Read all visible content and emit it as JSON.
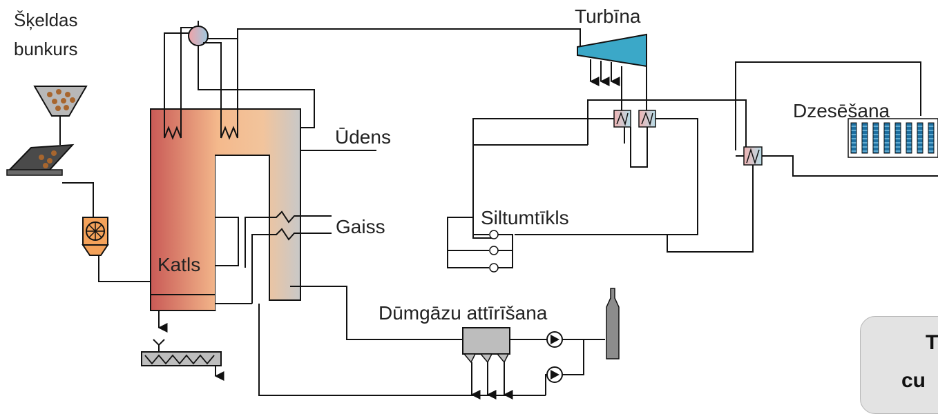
{
  "labels": {
    "bunker_line1": "Šķeldas",
    "bunker_line2": "bunkurs",
    "turbine": "Turbīna",
    "cooling": "Dzesēšana",
    "water": "Ūdens",
    "air": "Gaiss",
    "district_heating": "Siltumtīkls",
    "boiler": "Katls",
    "flue_gas_cleaning": "Dūmgāzu attīrīšana"
  },
  "callout": {
    "line1": "T",
    "line2": "cu"
  },
  "colors": {
    "line": "#111111",
    "turbine_fill": "#3ba8c8",
    "duct_gray": "#bfbfbf",
    "boiler_hot": "#c95a56",
    "boiler_warm": "#f6b98a",
    "chips_brown": "#a8662e",
    "chimney_gray": "#8c8c8c",
    "hx_pink": "#f0b3b3",
    "hx_blue": "#b7dde8",
    "fan_orange": "#f4a25a",
    "callout_bg": "#e3e3e3"
  }
}
